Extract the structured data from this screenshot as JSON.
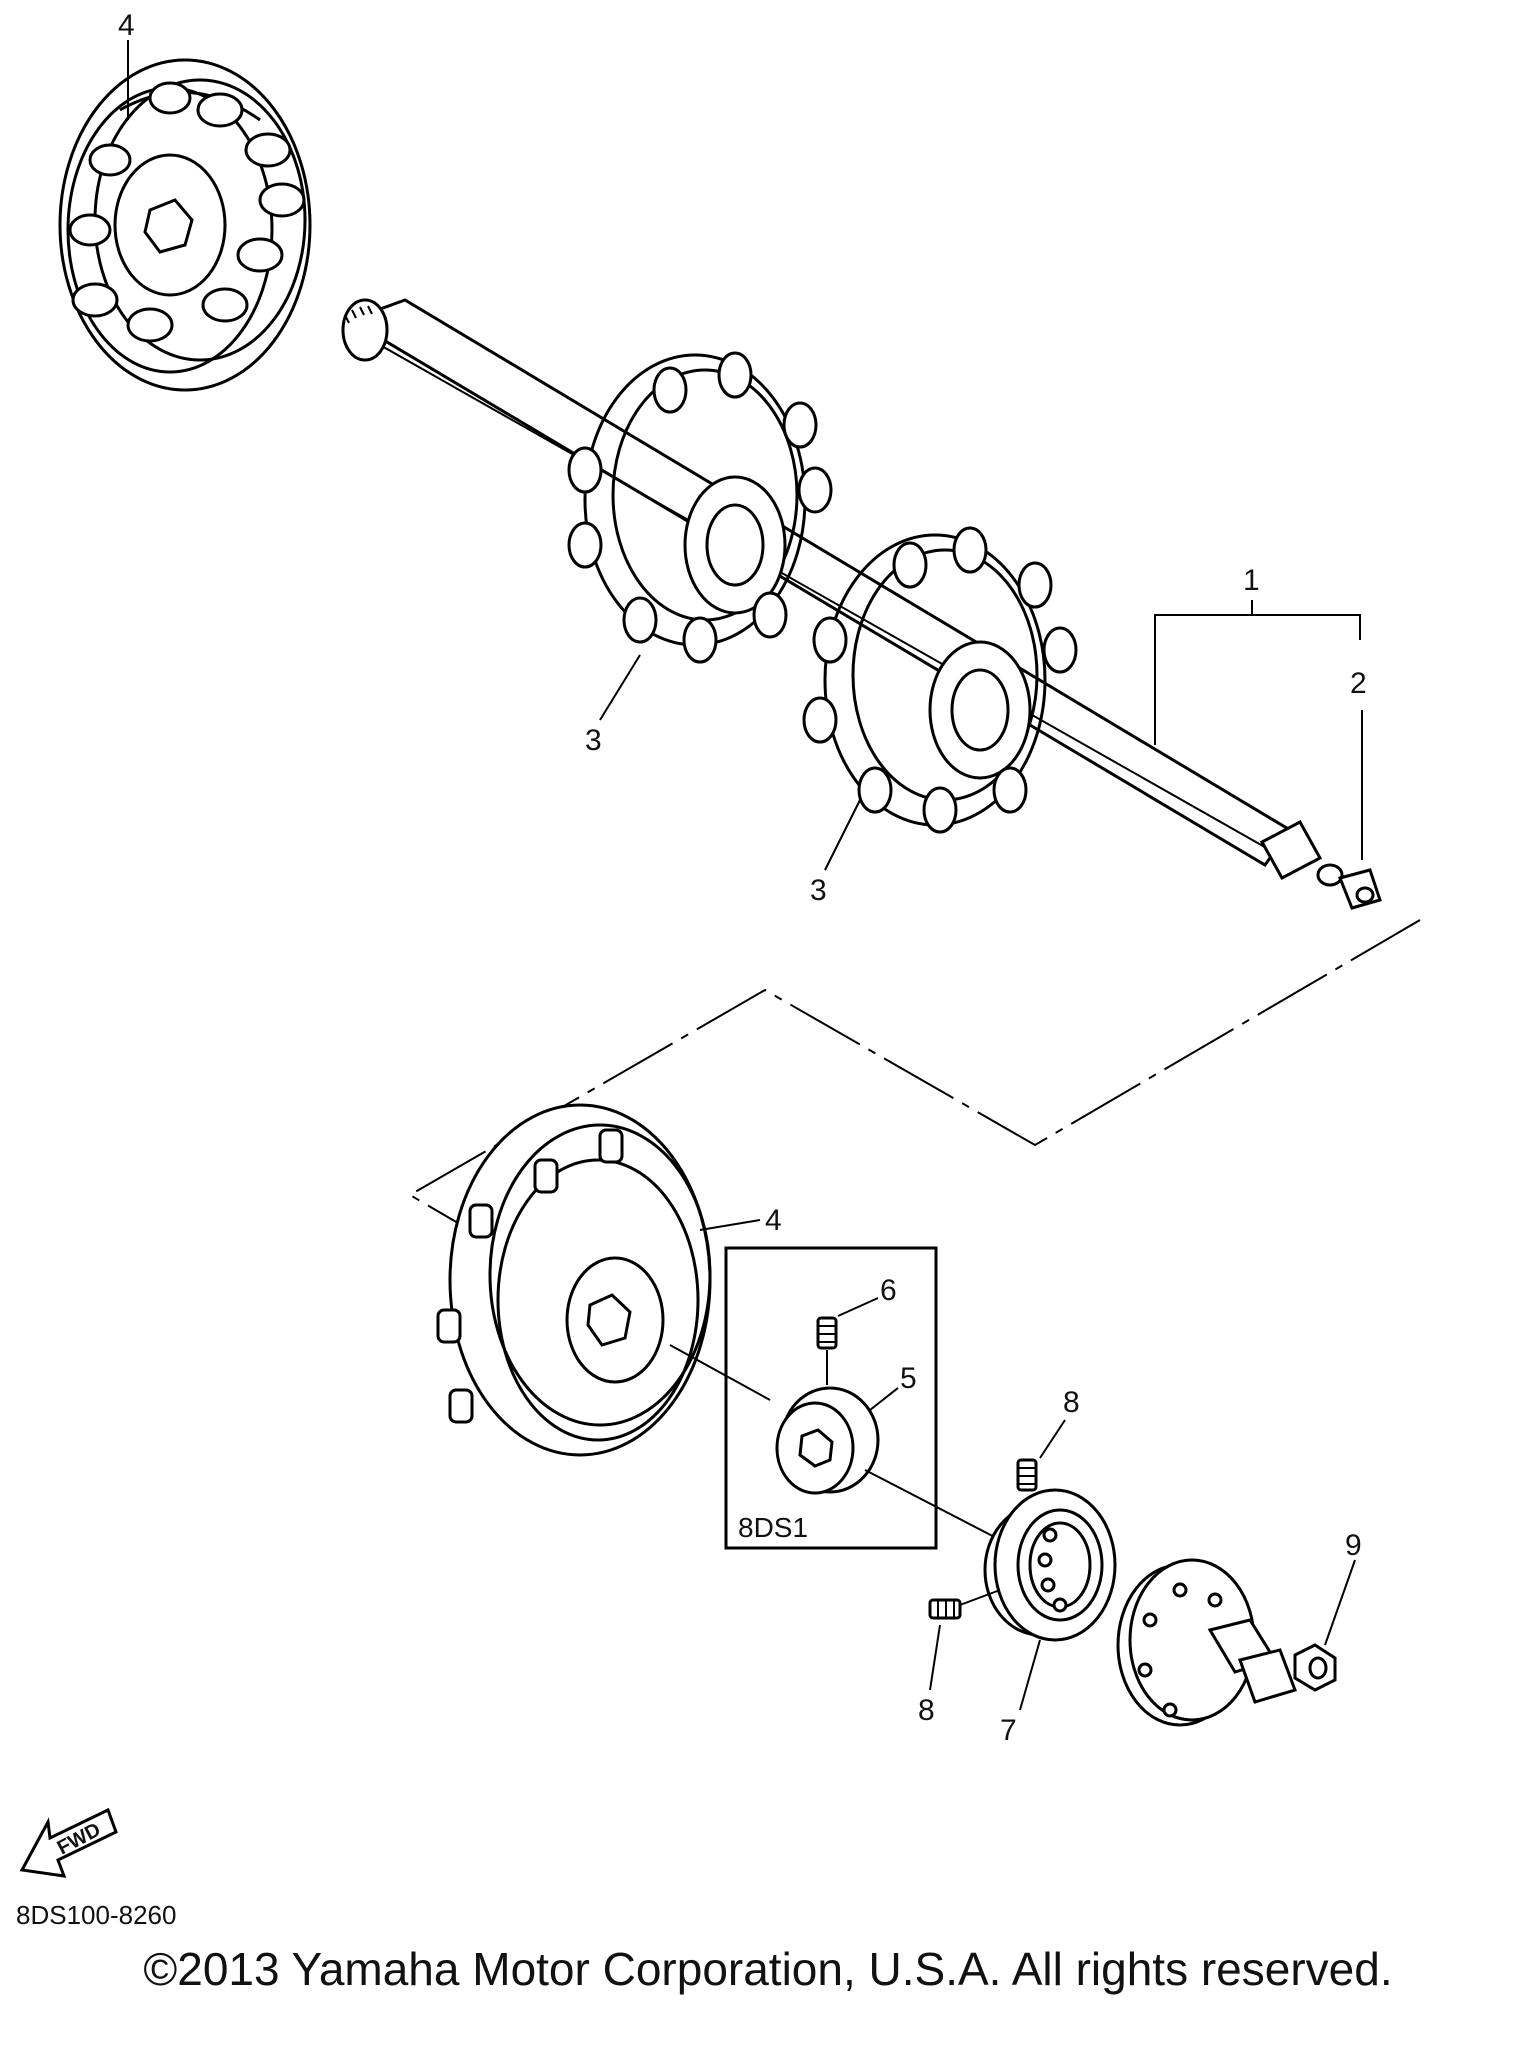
{
  "callouts": {
    "c1": "1",
    "c2": "2",
    "c3a": "3",
    "c3b": "3",
    "c4a": "4",
    "c4b": "4",
    "c5": "5",
    "c6": "6",
    "c7": "7",
    "c8a": "8",
    "c8b": "8",
    "c9": "9"
  },
  "variant_box": {
    "label": "8DS1"
  },
  "fwd_arrow": {
    "label": "FWD"
  },
  "drawing_code": "8DS100-8260",
  "copyright": "©2013 Yamaha Motor Corporation, U.S.A. All rights reserved."
}
